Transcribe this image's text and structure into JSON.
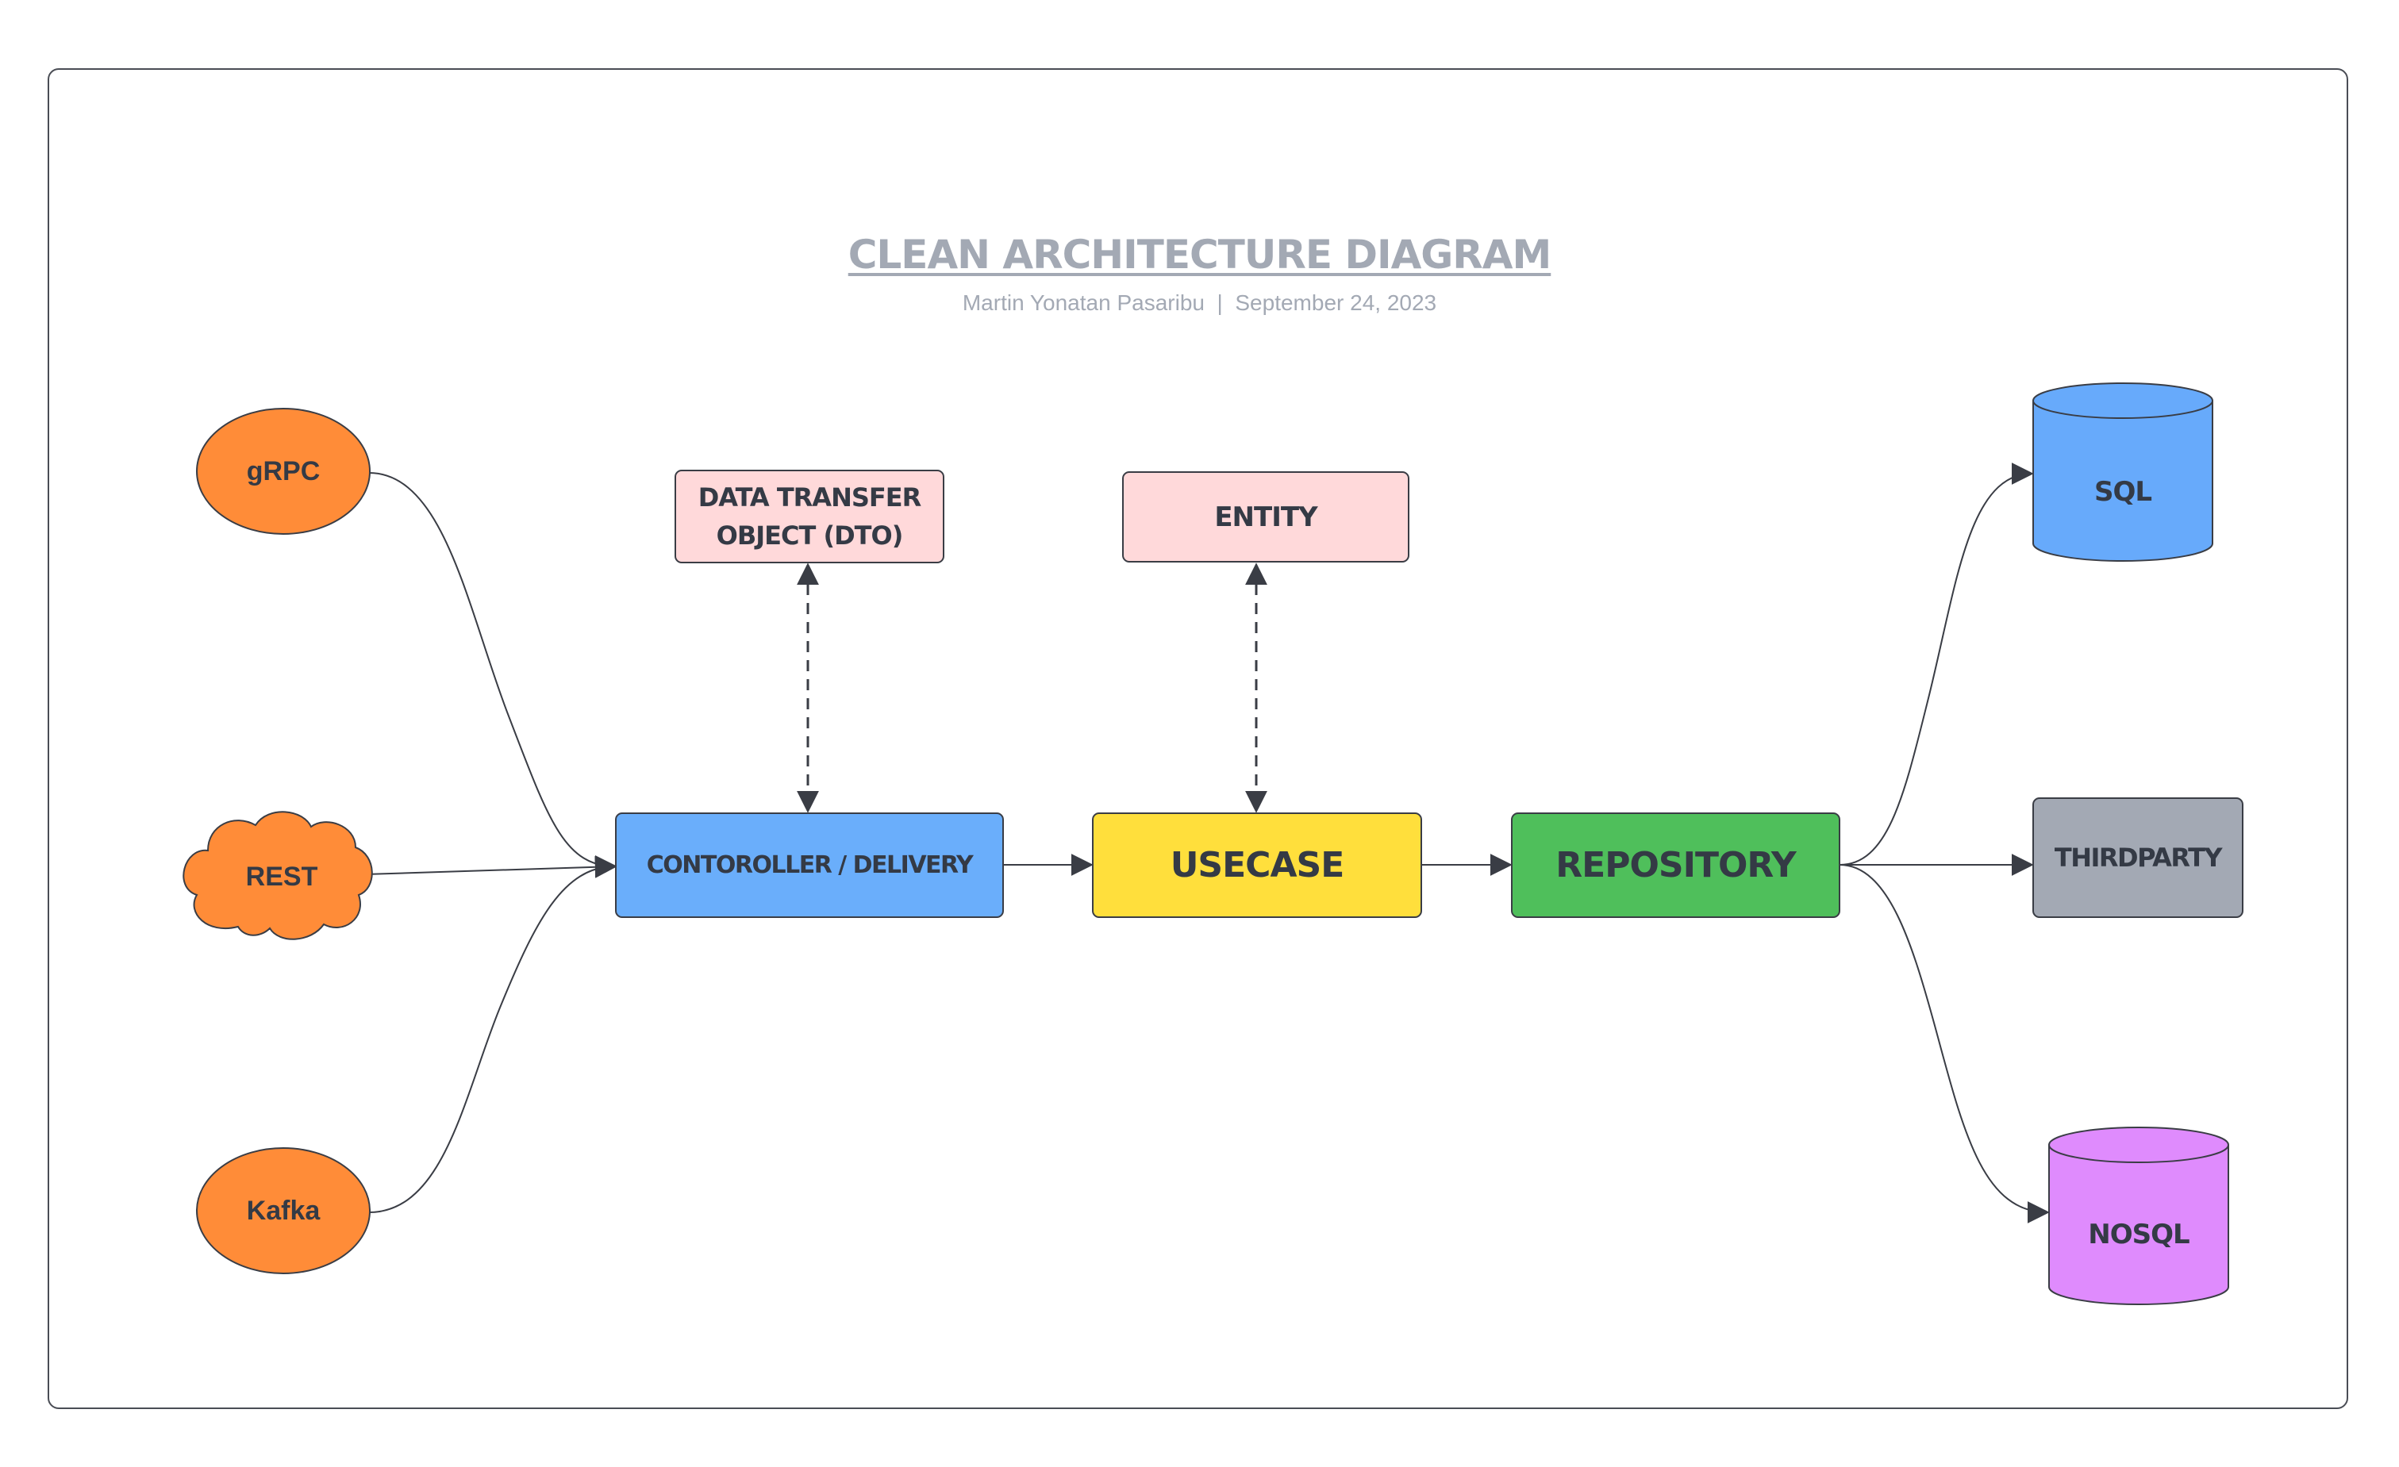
{
  "header": {
    "title": "CLEAN ARCHITECTURE DIAGRAM",
    "author": "Martin Yonatan Pasaribu",
    "separator": "|",
    "date": "September 24, 2023"
  },
  "inputs": {
    "grpc": "gRPC",
    "rest": "REST",
    "kafka": "Kafka"
  },
  "layers": {
    "dto_line1": "DATA TRANSFER",
    "dto_line2": "OBJECT (DTO)",
    "entity": "ENTITY",
    "controller": "CONTOROLLER / DELIVERY",
    "usecase": "USECASE",
    "repository": "REPOSITORY"
  },
  "outputs": {
    "sql": "SQL",
    "thirdparty": "THIRDPARTY",
    "nosql": "NOSQL"
  },
  "colors": {
    "input_fill": "#ff8c38",
    "controller_fill": "#6aaefb",
    "usecase_fill": "#ffdf3c",
    "repository_fill": "#4fbf5b",
    "pink_fill": "#ffd9da",
    "sql_fill": "#67aafb",
    "thirdparty_fill": "#a3a9b4",
    "nosql_fill": "#df8bfd",
    "stroke": "#3a3d45"
  }
}
